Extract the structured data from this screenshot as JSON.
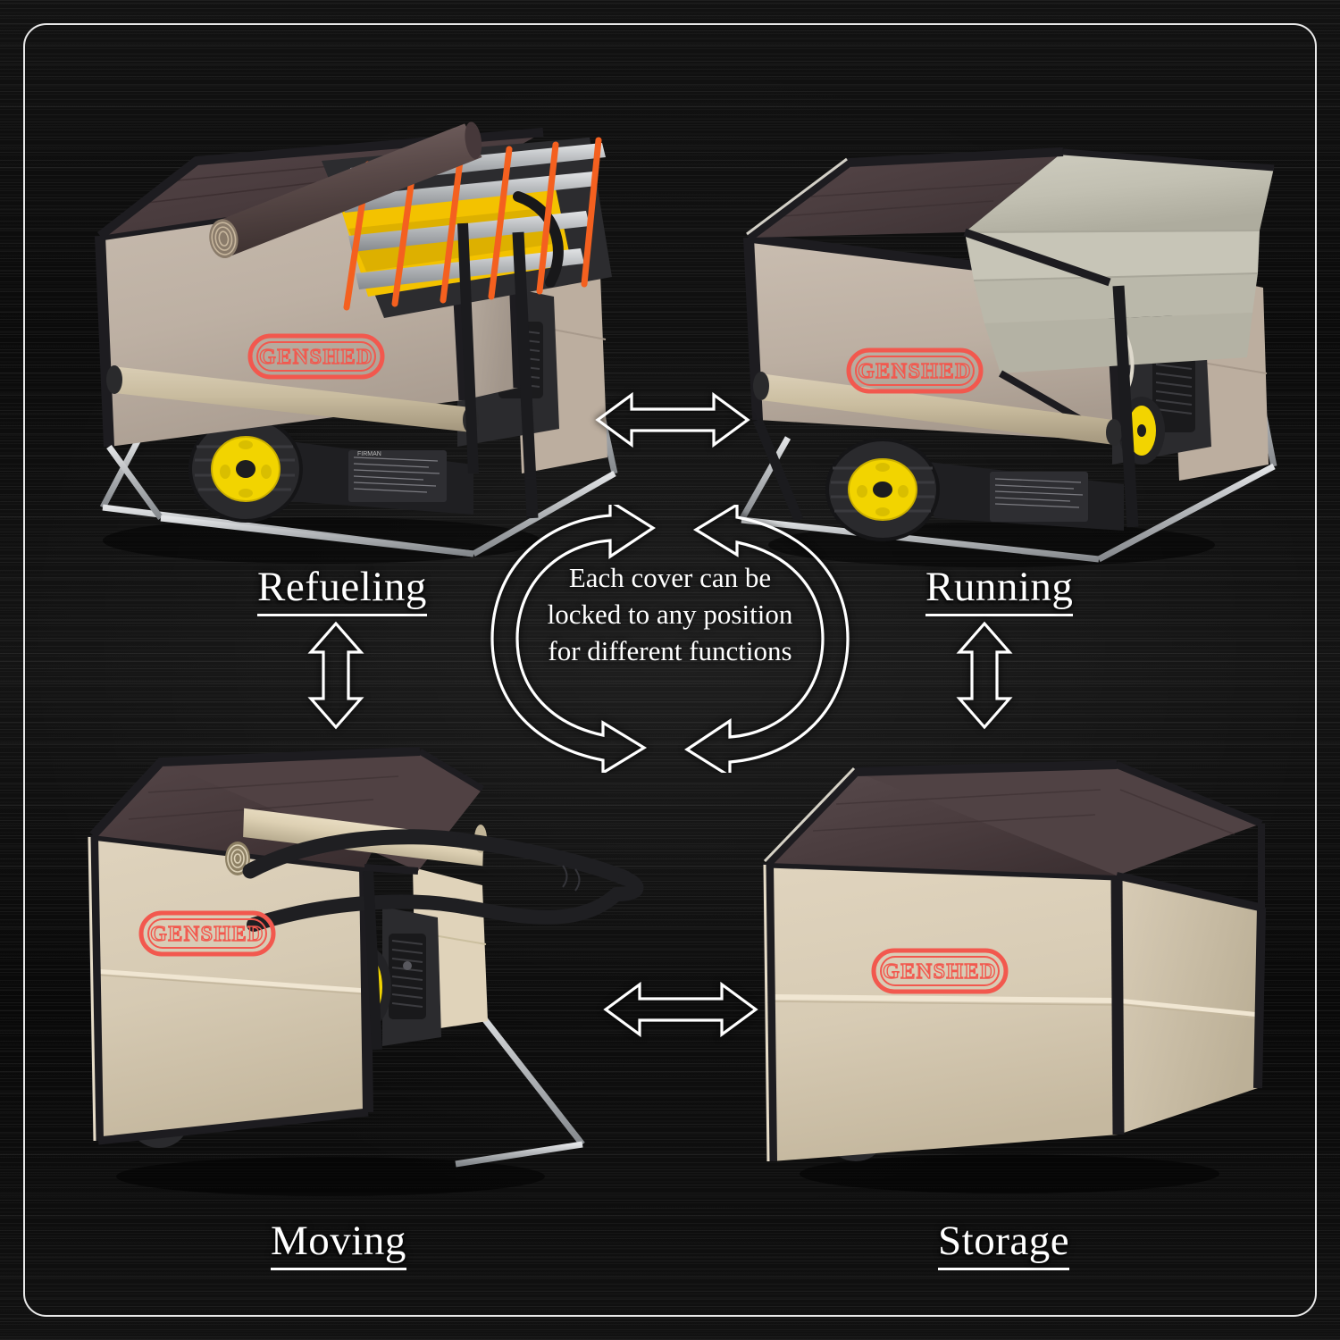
{
  "scene": {
    "background_color": "#0d0d0d",
    "frame_color": "#e9e9e9",
    "brand": "GENSHED"
  },
  "colors": {
    "panel_taupe": "#beb1a4",
    "panel_cream": "#d9cdb8",
    "roof_brown": "#4a3c3e",
    "roof_brown_light": "#5a4a4a",
    "olive_panel": "#c4c2b4",
    "trim_black": "#1d1c20",
    "frame_steel": "#b9bbbd",
    "wheel_yellow": "#f2d400",
    "tire_black": "#27272a",
    "bungee_orange": "#f4601f",
    "generator_yellow": "#f5c400",
    "logo_red": "#f2584e"
  },
  "center_callout": {
    "text": "Each cover can be locked to any position for different functions",
    "line1": "Each cover can be",
    "line2": "locked to any position",
    "line3": "for different functions",
    "arrow_style": "circular-double-arrow-outline"
  },
  "quadrants": [
    {
      "id": "refueling",
      "label": "Refueling",
      "label_position": "bottom-left-of-photo",
      "description": "Top roll-up cover panel rolled back exposing generator top with orange bungee straps over galvanized frame",
      "badge": "GENSHED"
    },
    {
      "id": "running",
      "label": "Running",
      "label_position": "bottom-right-of-photo",
      "description": "Half the roof rolled back, olive vent panel raised for running ventilation",
      "badge": "GENSHED"
    },
    {
      "id": "moving",
      "label": "Moving",
      "label_position": "bottom-left",
      "description": "Cover lowered with side rolled cover stowed and pull handle extended for transport",
      "badge": "GENSHED"
    },
    {
      "id": "storage",
      "label": "Storage",
      "label_position": "bottom-right",
      "description": "Fully enclosed cover for storage, all panels down",
      "badge": "GENSHED"
    }
  ],
  "arrows": [
    {
      "id": "refueling-running",
      "type": "double-horizontal",
      "connects": [
        "refueling",
        "running"
      ]
    },
    {
      "id": "refueling-moving",
      "type": "double-vertical",
      "connects": [
        "refueling",
        "moving"
      ]
    },
    {
      "id": "running-storage",
      "type": "double-vertical",
      "connects": [
        "running",
        "storage"
      ]
    },
    {
      "id": "moving-storage",
      "type": "double-horizontal",
      "connects": [
        "moving",
        "storage"
      ]
    }
  ]
}
